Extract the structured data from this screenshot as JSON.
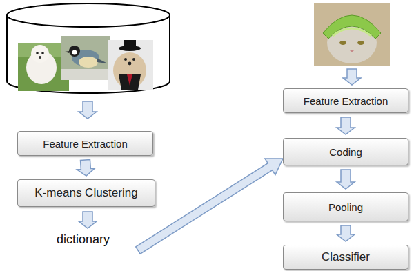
{
  "diagram": {
    "nodes": [
      {
        "text": [
          "Feature Extraction"
        ]
      },
      {
        "text": [
          "K-means Clustering"
        ]
      },
      {
        "text": [
          "Feature Extraction"
        ]
      },
      {
        "text": [
          "Coding"
        ]
      },
      {
        "text": [
          "Pooling"
        ]
      },
      {
        "text": [
          "Classifier"
        ]
      }
    ],
    "edges": [
      {
        "from": 0,
        "to": 1,
        "arrow": "to"
      },
      {
        "from": 2,
        "to": 3,
        "arrow": "to"
      },
      {
        "from": 3,
        "to": 4,
        "arrow": "to"
      },
      {
        "from": 4,
        "to": 5,
        "arrow": "to"
      }
    ],
    "labels": [
      "dictionary"
    ]
  }
}
